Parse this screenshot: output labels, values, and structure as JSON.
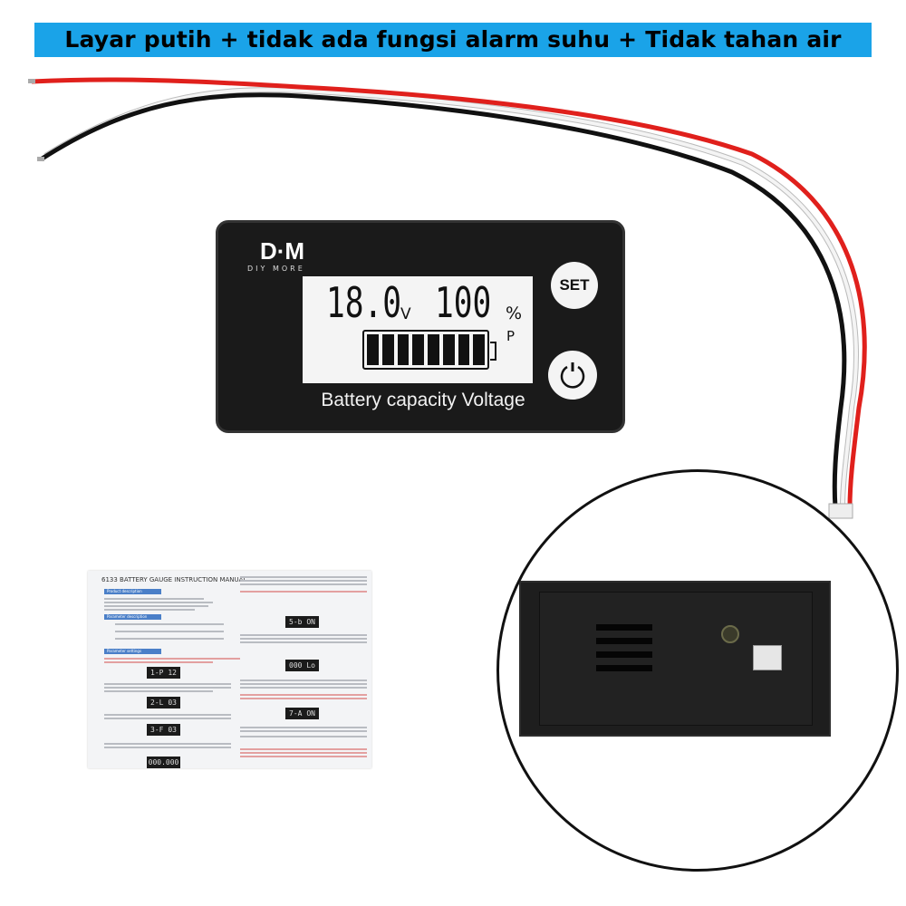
{
  "banner": {
    "text": "Layar putih + tidak ada fungsi alarm suhu + Tidak tahan air",
    "background": "#1aa3e8"
  },
  "device": {
    "logo": "D·M",
    "logo_sub": "DIY MORE",
    "lcd": {
      "voltage": "18.0",
      "voltage_unit": "V",
      "percent": "100",
      "percent_unit": "%",
      "battery_label": "P",
      "battery_level": 1.0
    },
    "set_button": "SET",
    "power_icon": "power-icon",
    "caption": "Battery capacity Voltage"
  },
  "manual": {
    "title": "6133 BATTERY GAUGE INSTRUCTION MANUAL",
    "sections": [
      "Product description",
      "Parameter description",
      "Parameter settings"
    ],
    "screens": [
      "1-P  12",
      "2-L  03",
      "3-F  03",
      "000.000",
      "5-b  ON",
      "000  Lo",
      "7-A  ON"
    ]
  },
  "wire_colors": {
    "red": "#e0201c",
    "black": "#111111",
    "white": "#f0f0f0"
  }
}
